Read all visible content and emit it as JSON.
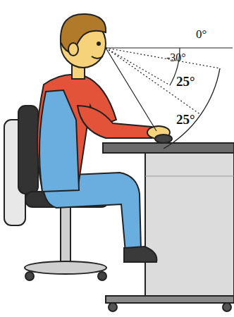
{
  "diagram": {
    "labels": [
      "0°",
      "-30°",
      "25°",
      "25°"
    ]
  }
}
